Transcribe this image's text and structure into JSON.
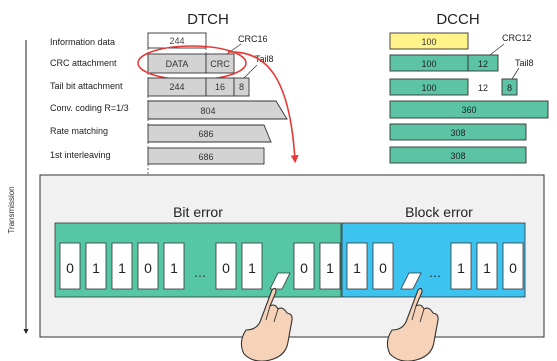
{
  "headers": {
    "dtch": "DTCH",
    "dcch": "DCCH"
  },
  "row_labels": [
    "Information data",
    "CRC attachment",
    "Tail bit attachment",
    "Conv. coding R=1/3",
    "Rate matching",
    "1st interleaving"
  ],
  "dtch": {
    "info": "244",
    "crc_data": "DATA",
    "crc_crc": "CRC",
    "crc_note": "CRC16",
    "tail_data": "244",
    "tail_crc": "16",
    "tail_tail": "8",
    "tail_note": "Tail8",
    "conv": "804",
    "rate": "686",
    "interleave": "686"
  },
  "dcch": {
    "info": "100",
    "crc_data": "100",
    "crc_crc": "12",
    "crc_note": "CRC12",
    "tail_data": "100",
    "tail_crc": "12",
    "tail_tail": "8",
    "tail_note": "Tail8",
    "conv": "360",
    "rate": "308",
    "interleave": "308"
  },
  "transmission_label": "Transmission",
  "bit_error": {
    "title": "Bit error",
    "bits": [
      "0",
      "1",
      "1",
      "0",
      "1",
      "…",
      "0",
      "1",
      "",
      "0",
      "1"
    ]
  },
  "block_error": {
    "title": "Block error",
    "bits": [
      "1",
      "0",
      "",
      "…",
      "1",
      "1",
      "0"
    ]
  },
  "colors": {
    "dtch_fill": "#d3d3d3",
    "dcch_info": "#fff38a",
    "dcch_fill": "#5cc4a4",
    "bit_panel": "#55c7a4",
    "block_panel": "#3cc3ef",
    "channel_bg": "#f1f1f1",
    "highlight": "#e53935",
    "hand_skin": "#f6d3b8"
  }
}
